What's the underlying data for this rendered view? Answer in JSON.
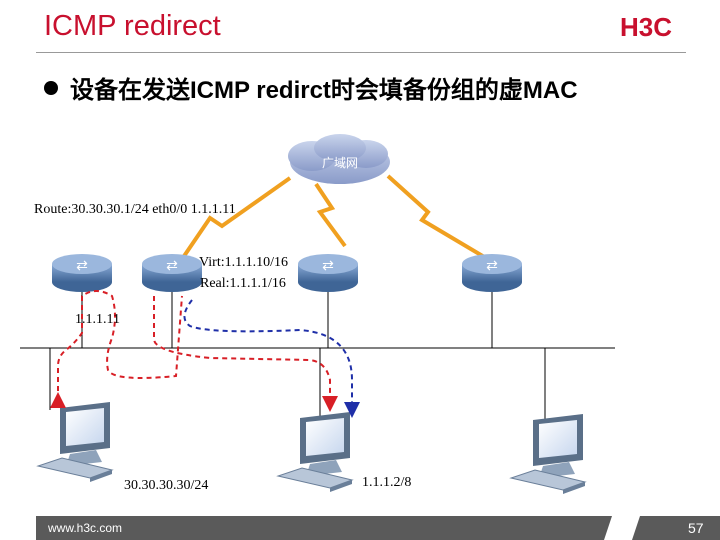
{
  "title": "ICMP redirect",
  "bullet": "设备在发送ICMP redirct时会填备份组的虚MAC",
  "logo_text": "H3C",
  "diagram": {
    "cloud_label": "广域网",
    "route_label": "Route:30.30.30.1/24 eth0/0 1.1.1.11",
    "virt_label": "Virt:1.1.1.10/16",
    "real_label": "Real:1.1.1.1/16",
    "left_router_ip": "1.1.1.11",
    "left_host_ip": "30.30.30.30/24",
    "mid_host_ip": "1.1.1.2/8"
  },
  "footer": {
    "url": "www.h3c.com",
    "page": "57"
  },
  "colors": {
    "title": "#c8102e",
    "router": "#4a6f9a",
    "red_path": "#d81f26",
    "blue_path": "#1f2fa8",
    "wan_link": "#f0a020"
  }
}
